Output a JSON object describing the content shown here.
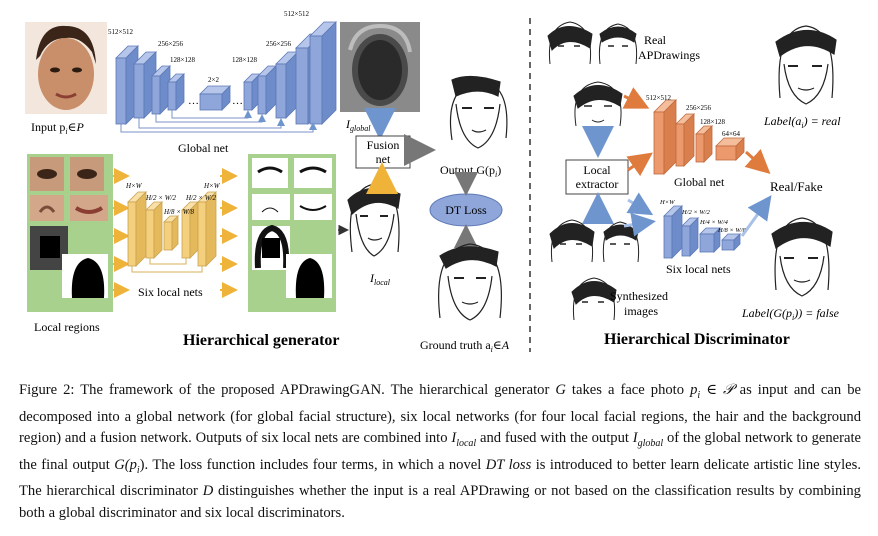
{
  "figure": {
    "labels": {
      "input": "Input p",
      "input_sub": "i",
      "input_set": "∈P",
      "global_net_gen": "Global net",
      "i_global": "I",
      "i_global_sub": "global",
      "fusion_line1": "Fusion",
      "fusion_line2": "net",
      "output": "Output G(p",
      "output_sub": "i",
      "output_end": ")",
      "dt_loss": "DT Loss",
      "ground_truth": "Ground truth a",
      "ground_truth_sub": "i",
      "ground_truth_set": "∈A",
      "i_local": "I",
      "i_local_sub": "local",
      "six_local_nets_gen": "Six local nets",
      "local_regions": "Local regions",
      "hierarchical_generator": "Hierarchical generator",
      "real_apd_line1": "Real",
      "real_apd_line2": "APDrawings",
      "local_extractor_line1": "Local",
      "local_extractor_line2": "extractor",
      "global_net_disc": "Global net",
      "six_local_nets_disc": "Six local nets",
      "synthesized_line1": "Synthesized",
      "synthesized_line2": "images",
      "label_real": "Label(a",
      "label_real_sub": "i",
      "label_real_end": ") = real",
      "label_false": "Label(G(p",
      "label_false_sub": "i",
      "label_false_end": ")) = false",
      "real_fake": "Real/Fake",
      "hierarchical_discriminator": "Hierarchical Discriminator"
    },
    "dims": {
      "d512": "512×512",
      "d256": "256×256",
      "d128": "128×128",
      "d2": "2×2",
      "d128b": "128×128",
      "d256b": "256×256",
      "d512b": "512×512",
      "hw": "H×W",
      "hw2": "H/2 × W/2",
      "hw8": "H/8 × W/8",
      "hw2b": "H/2 × W/2",
      "hw_b": "H×W",
      "dd512": "512×512",
      "dd256": "256×256",
      "dd128": "128×128",
      "dd64": "64×64",
      "dhw": "H×W",
      "dhw2": "H/2 × W/2",
      "dhw4": "H/4 × W/4",
      "dhw8": "H/8 × W/8"
    },
    "colors": {
      "blue_block": "#8ea6d9",
      "yellow_block": "#f4cf7e",
      "orange_block": "#ec9a6d",
      "green_panel": "#a9d18e",
      "dt_loss": "#8ea6d9",
      "arrow_gray": "#7a7a7a"
    }
  },
  "caption": {
    "p1": "Figure 2: The framework of the proposed APDrawingGAN. The hierarchical generator ",
    "G": "G",
    "p2": " takes a face photo ",
    "pi": "p",
    "pi_sub": "i",
    "p3": " ∈ ",
    "P": "𝒫",
    "p4": " as input and can be decomposed into a global network (for global facial structure), six local networks (for four local facial regions, the hair and the background region) and a fusion network. Outputs of six local nets are combined into ",
    "Ilocal": "I",
    "Ilocal_sub": "local",
    "p5": " and fused with the output ",
    "Iglobal": "I",
    "Iglobal_sub": "global",
    "p6": " of the global network to generate the final output ",
    "Gp": "G(p",
    "Gp_sub": "i",
    "Gp_end": ")",
    "p7": ". The loss function includes four terms, in which a novel ",
    "dtloss": "DT loss",
    "p8": " is introduced to better learn delicate artistic line styles. The hierarchical discriminator ",
    "D": "D",
    "p9": " distinguishes whether the input is a real APDrawing or not based on the classification results by combining both a global discriminator and six local discriminators."
  }
}
